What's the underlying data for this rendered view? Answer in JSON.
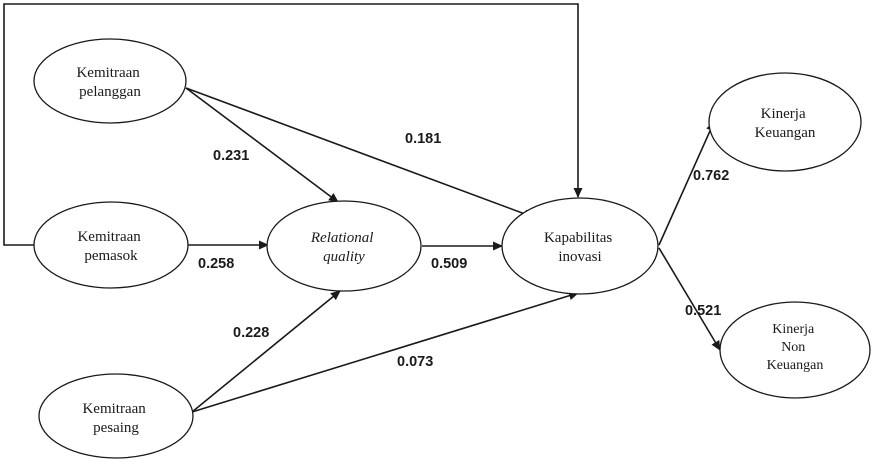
{
  "diagram": {
    "nodes": {
      "kemitraan_pelanggan": {
        "lines": [
          "Kemitraan",
          "pelanggan"
        ],
        "italic": false
      },
      "kemitraan_pemasok": {
        "lines": [
          "Kemitraan",
          "pemasok"
        ],
        "italic": false
      },
      "kemitraan_pesaing": {
        "lines": [
          "Kemitraan",
          "pesaing"
        ],
        "italic": false
      },
      "relational_quality": {
        "lines": [
          "Relational",
          "quality"
        ],
        "italic": true
      },
      "kapabilitas_inovasi": {
        "lines": [
          "Kapabilitas",
          "inovasi"
        ],
        "italic": false
      },
      "kinerja_keuangan": {
        "lines": [
          "Kinerja",
          "Keuangan"
        ],
        "italic": false
      },
      "kinerja_non_keuangan": {
        "lines": [
          "Kinerja",
          "Non",
          "Keuangan"
        ],
        "italic": false
      }
    },
    "edges": [
      {
        "id": "pelanggan-rq",
        "from": "kemitraan_pelanggan",
        "to": "relational_quality",
        "label": "0.231"
      },
      {
        "id": "pelanggan-inovasi",
        "from": "kemitraan_pelanggan",
        "to": "kapabilitas_inovasi",
        "label": "0.181"
      },
      {
        "id": "pemasok-rq",
        "from": "kemitraan_pemasok",
        "to": "relational_quality",
        "label": "0.258"
      },
      {
        "id": "pemasok-inovasi",
        "from": "kemitraan_pemasok",
        "to": "kapabilitas_inovasi",
        "label": ""
      },
      {
        "id": "pesaing-rq",
        "from": "kemitraan_pesaing",
        "to": "relational_quality",
        "label": "0.228"
      },
      {
        "id": "pesaing-inovasi",
        "from": "kemitraan_pesaing",
        "to": "kapabilitas_inovasi",
        "label": "0.073"
      },
      {
        "id": "rq-inovasi",
        "from": "relational_quality",
        "to": "kapabilitas_inovasi",
        "label": "0.509"
      },
      {
        "id": "inovasi-keuangan",
        "from": "kapabilitas_inovasi",
        "to": "kinerja_keuangan",
        "label": "0.762"
      },
      {
        "id": "inovasi-nonkeuangan",
        "from": "kapabilitas_inovasi",
        "to": "kinerja_non_keuangan",
        "label": "0.521"
      }
    ]
  }
}
